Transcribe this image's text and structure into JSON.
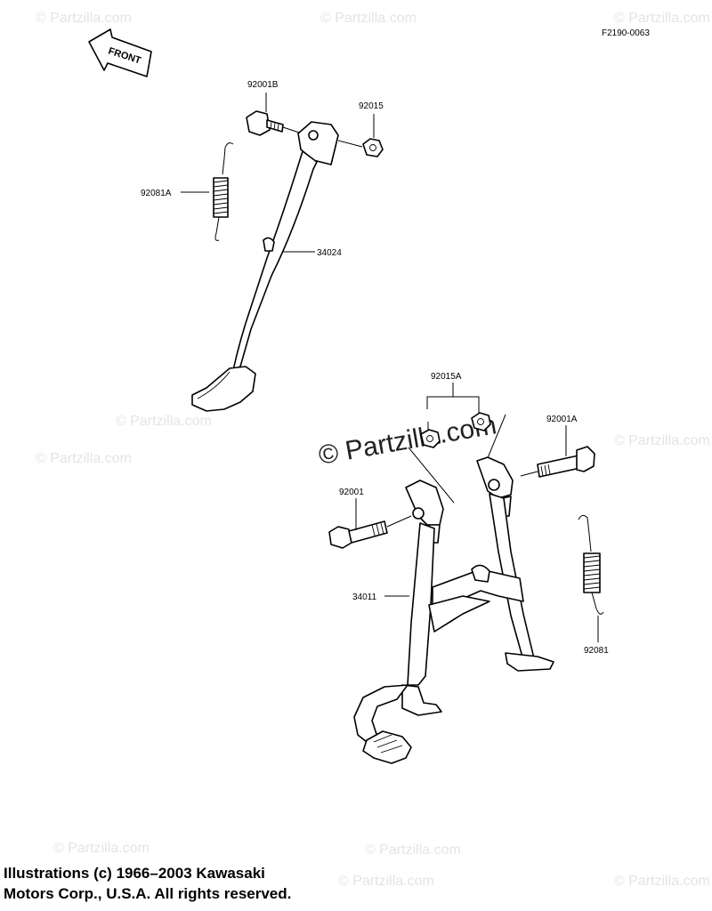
{
  "figure_code": "F2190-0063",
  "front_label": "FRONT",
  "watermark_text": "© Partzilla.com",
  "watermark_main": "© Partzilla.com",
  "parts": {
    "bolt_side": "92001B",
    "nut_side": "92015",
    "spring_side": "92081A",
    "side_stand": "34024",
    "nut_center": "92015A",
    "bolt_center_right": "92001A",
    "bolt_center_left": "92001",
    "center_stand": "34011",
    "spring_center": "92081"
  },
  "copyright": {
    "line1": "Illustrations (c) 1966–2003 Kawasaki",
    "line2": "Motors Corp., U.S.A.  All rights reserved."
  },
  "colors": {
    "ink": "#000000",
    "watermark": "#e4e4e4",
    "background": "#ffffff"
  }
}
